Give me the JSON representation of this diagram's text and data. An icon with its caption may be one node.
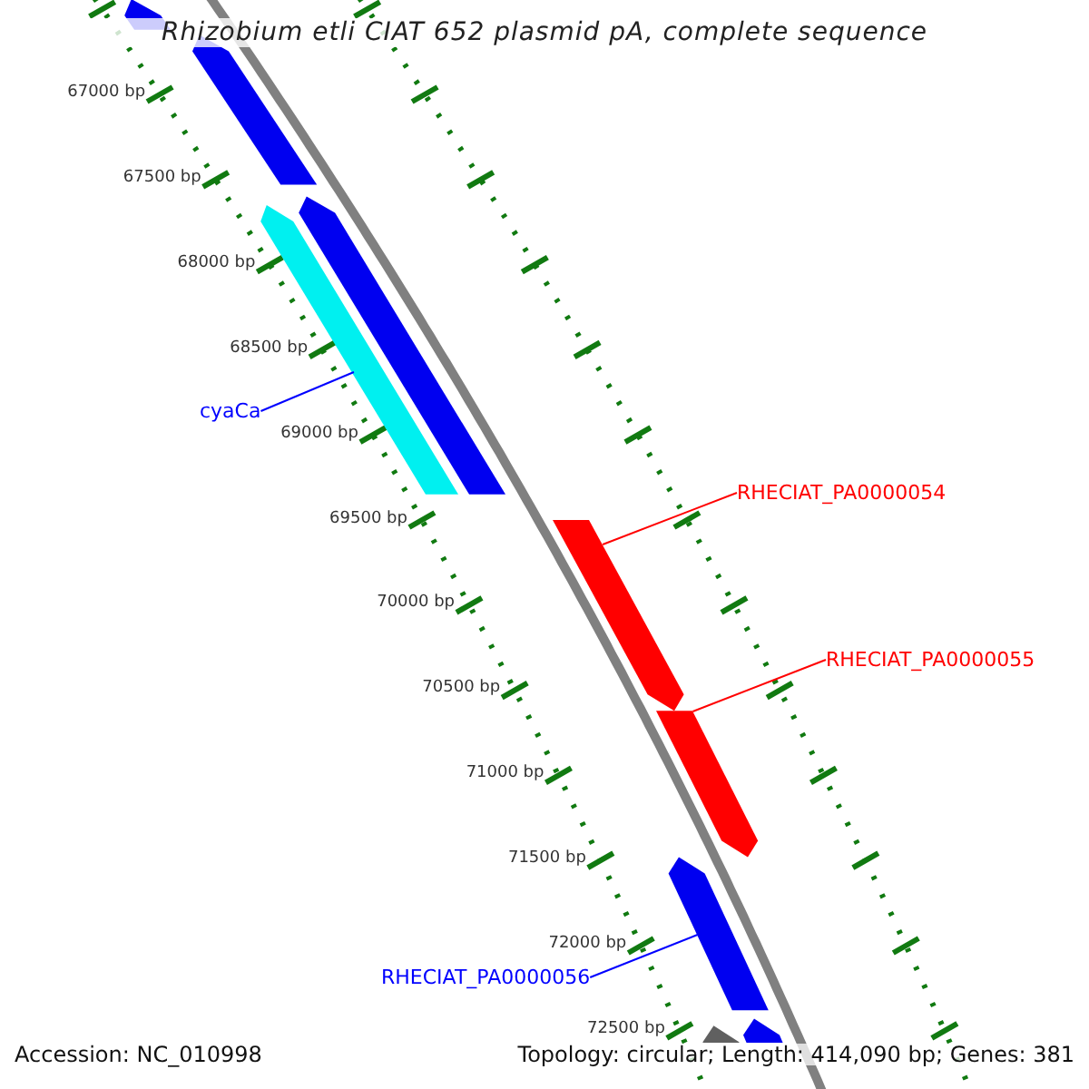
{
  "diagram": {
    "title": "Rhizobium etli CIAT 652 plasmid pA, complete sequence",
    "nodes": [
      {
        "text": [],
        "shape": "bar"
      },
      {
        "text": [],
        "shape": "bar"
      },
      {
        "text": [
          "cyaCa"
        ]
      },
      {
        "text": [],
        "shape": "bar"
      },
      {
        "text": [],
        "shape": "bar"
      },
      {
        "text": [
          "RHECIAT_PA0000054"
        ]
      },
      {
        "text": [],
        "shape": "bar"
      },
      {
        "text": [
          "RHECIAT_PA0000055"
        ]
      },
      {
        "text": [],
        "shape": "bar"
      },
      {
        "text": [
          "RHECIAT_PA0000056"
        ]
      },
      {
        "text": [],
        "shape": "bar"
      },
      {
        "text": [],
        "shape": "bar"
      },
      {
        "text": [],
        "shape": "bar"
      }
    ],
    "edges": [
      {
        "from": 2,
        "to": 3,
        "arrow": "none",
        "color": "#0000ff"
      },
      {
        "from": 5,
        "to": 6,
        "arrow": "none",
        "color": "#ff0000"
      },
      {
        "from": 7,
        "to": 8,
        "arrow": "none",
        "color": "#ff0000"
      },
      {
        "from": 9,
        "to": 10,
        "arrow": "none",
        "color": "#0000ff"
      }
    ],
    "labels": [
      "67000 bp",
      "67500 bp",
      "68000 bp",
      "68500 bp",
      "69000 bp",
      "69500 bp",
      "70000 bp",
      "70500 bp",
      "71000 bp",
      "71500 bp",
      "72000 bp",
      "72500 bp",
      "Accession: NC_010998",
      "Topology: circular; Length: 414,090 bp; Genes: 381"
    ]
  }
}
